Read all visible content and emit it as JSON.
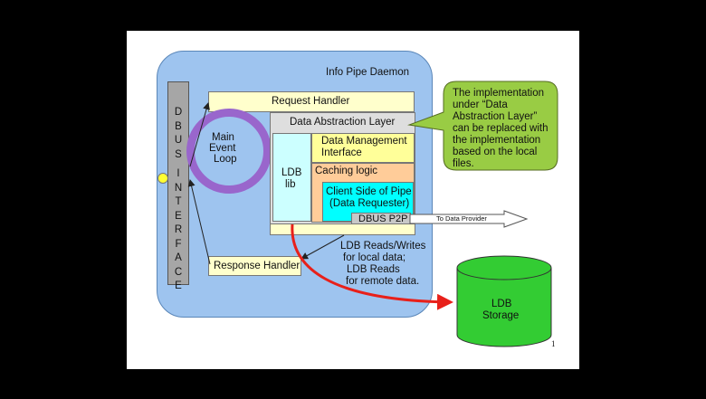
{
  "diagram": {
    "daemon_title": "Info Pipe Daemon",
    "dbus_interface_letters": [
      "D",
      "B",
      "U",
      "S",
      "",
      "I",
      "N",
      "T",
      "E",
      "R",
      "F",
      "A",
      "C",
      "E"
    ],
    "request_handler": "Request Handler",
    "main_event_loop": [
      "Main",
      "Event",
      "Loop"
    ],
    "data_abstraction_layer": "Data Abstraction Layer",
    "data_management_interface": [
      "Data Management",
      "Interface"
    ],
    "ldb_lib": [
      "LDB",
      "lib"
    ],
    "caching_logic": "Caching logic",
    "client_side_of_pipe": [
      "Client Side of Pipe",
      "(Data Requester)"
    ],
    "dbus_p2p": "DBUS P2P",
    "to_data_provider": "To Data Provider",
    "response_handler": "Response Handler",
    "ldb_reads_writes": [
      "LDB Reads/Writes",
      "for local data;",
      "LDB Reads",
      "for remote data."
    ],
    "ldb_storage": [
      "LDB",
      "Storage"
    ],
    "note": [
      "The implementation",
      "under “Data",
      "Abstraction Layer”",
      "can be replaced with",
      "the implementation",
      "based on the local",
      "files."
    ],
    "page_number": "1",
    "colors": {
      "daemon_fill": "#9ec4ef",
      "dbus_bar": "#a6a6a6",
      "request_handler_fill": "#ffffcc",
      "data_abstraction_fill": "#dedede",
      "data_management_fill": "#ffff99",
      "caching_fill": "#ffcc99",
      "client_pipe_fill": "#00ffff",
      "ldb_lib_fill": "#ccffff",
      "storage_fill": "#33cc33",
      "note_fill": "#99cc44",
      "event_loop_ring": "#9966cc",
      "ldb_arrow": "#e8201a",
      "connector_dot": "#ffff33"
    }
  }
}
